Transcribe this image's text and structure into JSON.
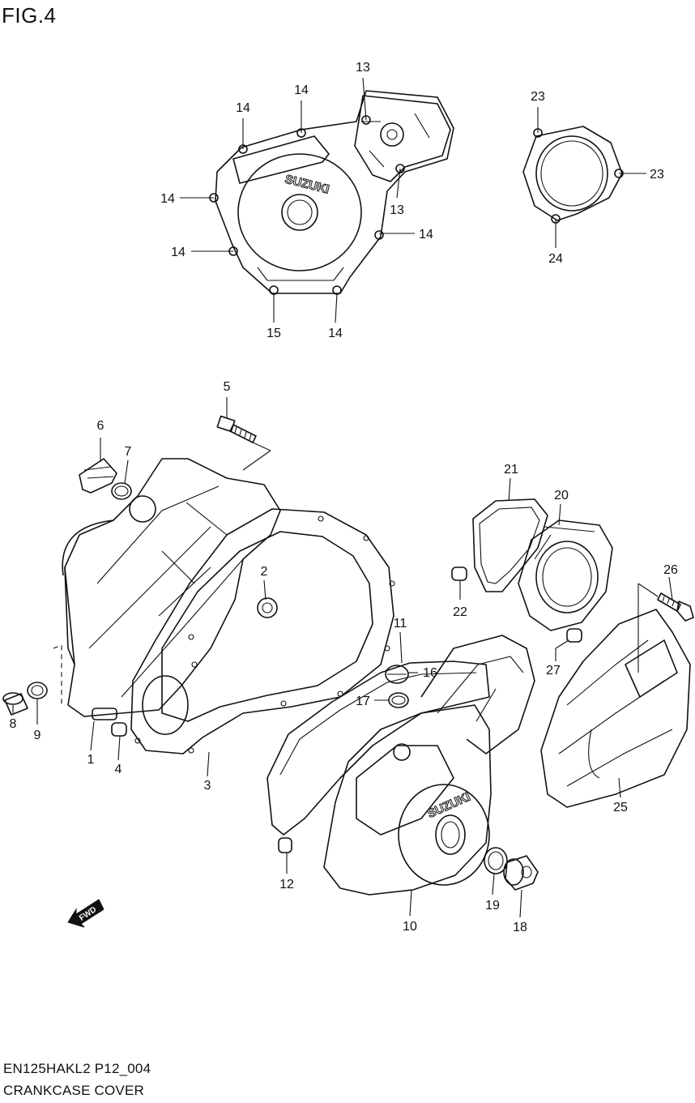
{
  "figure": {
    "title": "FIG.4"
  },
  "footer": {
    "model_code": "EN125HAKL2 P12_004",
    "section_name": "CRANKCASE COVER"
  },
  "brand_marks": [
    "SUZUKI",
    "SUZUKI"
  ],
  "direction_mark": "FWD",
  "callouts": [
    {
      "id": "c14a",
      "label": "14"
    },
    {
      "id": "c14b",
      "label": "14"
    },
    {
      "id": "c13a",
      "label": "13"
    },
    {
      "id": "c13b",
      "label": "13"
    },
    {
      "id": "c14c",
      "label": "14"
    },
    {
      "id": "c14d",
      "label": "14"
    },
    {
      "id": "c14e",
      "label": "14"
    },
    {
      "id": "c15",
      "label": "15"
    },
    {
      "id": "c14f",
      "label": "14"
    },
    {
      "id": "c23a",
      "label": "23"
    },
    {
      "id": "c23b",
      "label": "23"
    },
    {
      "id": "c24",
      "label": "24"
    },
    {
      "id": "c5",
      "label": "5"
    },
    {
      "id": "c6",
      "label": "6"
    },
    {
      "id": "c7",
      "label": "7"
    },
    {
      "id": "c2",
      "label": "2"
    },
    {
      "id": "c21",
      "label": "21"
    },
    {
      "id": "c20",
      "label": "20"
    },
    {
      "id": "c26",
      "label": "26"
    },
    {
      "id": "c22",
      "label": "22"
    },
    {
      "id": "c11",
      "label": "11"
    },
    {
      "id": "c16",
      "label": "16"
    },
    {
      "id": "c17",
      "label": "17"
    },
    {
      "id": "c27",
      "label": "27"
    },
    {
      "id": "c8",
      "label": "8"
    },
    {
      "id": "c9",
      "label": "9"
    },
    {
      "id": "c1",
      "label": "1"
    },
    {
      "id": "c4",
      "label": "4"
    },
    {
      "id": "c3",
      "label": "3"
    },
    {
      "id": "c25",
      "label": "25"
    },
    {
      "id": "c12",
      "label": "12"
    },
    {
      "id": "c19",
      "label": "19"
    },
    {
      "id": "c18",
      "label": "18"
    },
    {
      "id": "c10",
      "label": "10"
    }
  ]
}
